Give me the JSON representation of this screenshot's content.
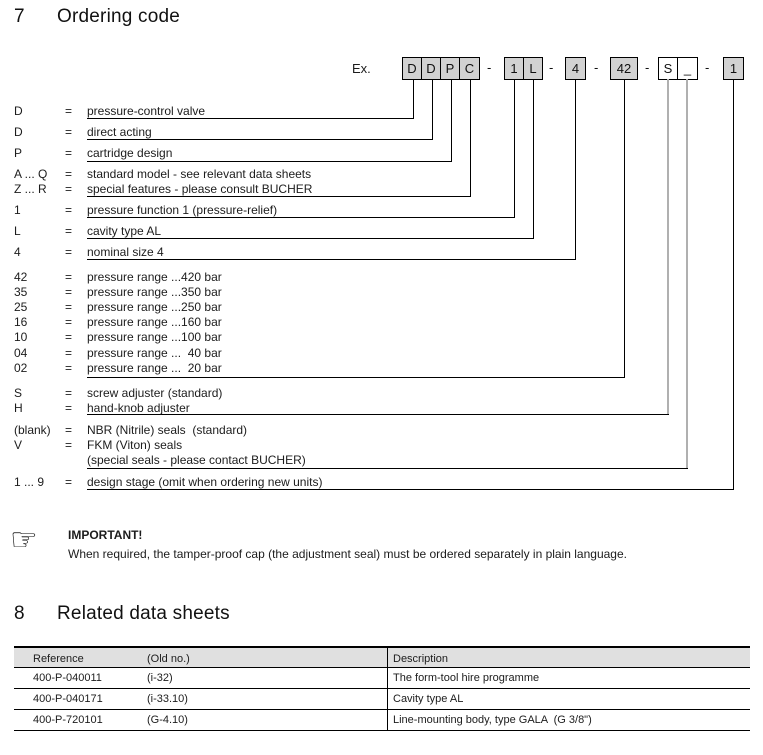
{
  "section7": {
    "number": "7",
    "title": "Ordering code"
  },
  "example": {
    "label": "Ex.",
    "separator": "-",
    "cells": [
      {
        "char": "D"
      },
      {
        "char": "D"
      },
      {
        "char": "P"
      },
      {
        "char": "C"
      },
      {
        "char": "1"
      },
      {
        "char": "L"
      },
      {
        "char": "4"
      },
      {
        "char": "42"
      },
      {
        "char": "S"
      },
      {
        "char": "_"
      },
      {
        "char": "1"
      }
    ]
  },
  "code_rows": [
    {
      "code": "D",
      "eq": "=",
      "desc": "pressure-control valve"
    },
    {
      "code": "D",
      "eq": "=",
      "desc": "direct acting"
    },
    {
      "code": "P",
      "eq": "=",
      "desc": "cartridge design"
    },
    {
      "code": "A ... Q",
      "eq": "=",
      "desc": "standard model - see relevant data sheets"
    },
    {
      "code": "Z ... R",
      "eq": "=",
      "desc": "special features - please consult BUCHER"
    },
    {
      "code": "1",
      "eq": "=",
      "desc": "pressure function 1 (pressure-relief)"
    },
    {
      "code": "L",
      "eq": "=",
      "desc": "cavity type AL"
    },
    {
      "code": "4",
      "eq": "=",
      "desc": "nominal size 4"
    },
    {
      "code": "42",
      "eq": "=",
      "desc": "pressure range ...420 bar"
    },
    {
      "code": "35",
      "eq": "=",
      "desc": "pressure range ...350 bar"
    },
    {
      "code": "25",
      "eq": "=",
      "desc": "pressure range ...250 bar"
    },
    {
      "code": "16",
      "eq": "=",
      "desc": "pressure range ...160 bar"
    },
    {
      "code": "10",
      "eq": "=",
      "desc": "pressure range ...100 bar"
    },
    {
      "code": "04",
      "eq": "=",
      "desc": "pressure range ...  40 bar"
    },
    {
      "code": "02",
      "eq": "=",
      "desc": "pressure range ...  20 bar"
    },
    {
      "code": "S",
      "eq": "=",
      "desc": "screw adjuster (standard)"
    },
    {
      "code": "H",
      "eq": "=",
      "desc": "hand-knob adjuster"
    },
    {
      "code": "(blank)",
      "eq": "=",
      "desc": "NBR (Nitrile) seals  (standard)"
    },
    {
      "code": "V",
      "eq": "=",
      "desc": "FKM (Viton) seals"
    },
    {
      "code": "",
      "eq": "",
      "desc": "(special seals - please contact BUCHER)"
    },
    {
      "code": "1 ... 9",
      "eq": "=",
      "desc": "design stage (omit when ordering new units)"
    }
  ],
  "important": {
    "icon": "pointing-hand",
    "title": "IMPORTANT!",
    "text": "When required, the tamper-proof cap (the adjustment seal) must be ordered separately in plain language."
  },
  "section8": {
    "number": "8",
    "title": "Related data sheets"
  },
  "table": {
    "headers": [
      "Reference",
      "(Old no.)",
      "Description"
    ],
    "rows": [
      [
        "400-P-040011",
        "(i-32)",
        "The form-tool hire programme"
      ],
      [
        "400-P-040171",
        "(i-33.10)",
        "Cavity type AL"
      ],
      [
        "400-P-720101",
        "(G-4.10)",
        "Line-mounting body, type GALA  (G 3/8\")"
      ]
    ]
  },
  "colors": {
    "box_fill": "#d2d2d2",
    "table_header_bg": "#e0e0e0",
    "connector_gray": "#b0b0b0",
    "line_black": "#000000"
  }
}
